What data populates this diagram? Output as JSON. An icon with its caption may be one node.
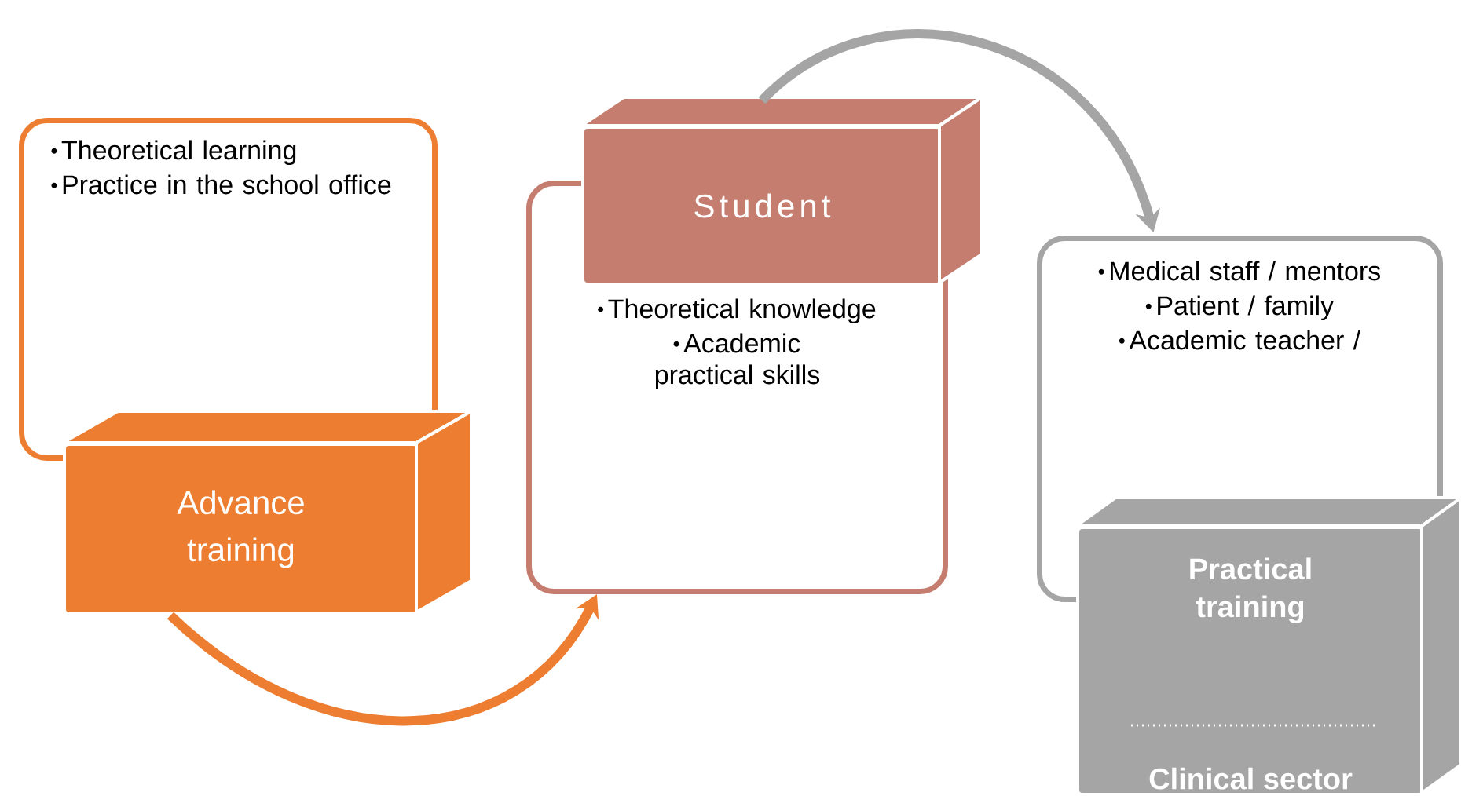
{
  "diagram": {
    "nodes": [
      {
        "text": [
          "Theoretical learning",
          "Practice in the school office"
        ]
      },
      {
        "text": [
          "Advance training"
        ]
      },
      {
        "text": [
          "Theoretical knowledge",
          "Academic practical skills"
        ]
      },
      {
        "text": [
          "Student"
        ]
      },
      {
        "text": [
          "Medical staff / mentors",
          "Patient / family",
          "Academic teacher /"
        ]
      },
      {
        "text": [
          "Practical training",
          "Clinical sector"
        ]
      }
    ],
    "edges": [
      {
        "from": 1,
        "to": 2,
        "arrow": "to",
        "color": "#ed7d31"
      },
      {
        "from": 3,
        "to": 4,
        "arrow": "to",
        "color": "#a5a5a5"
      }
    ]
  }
}
